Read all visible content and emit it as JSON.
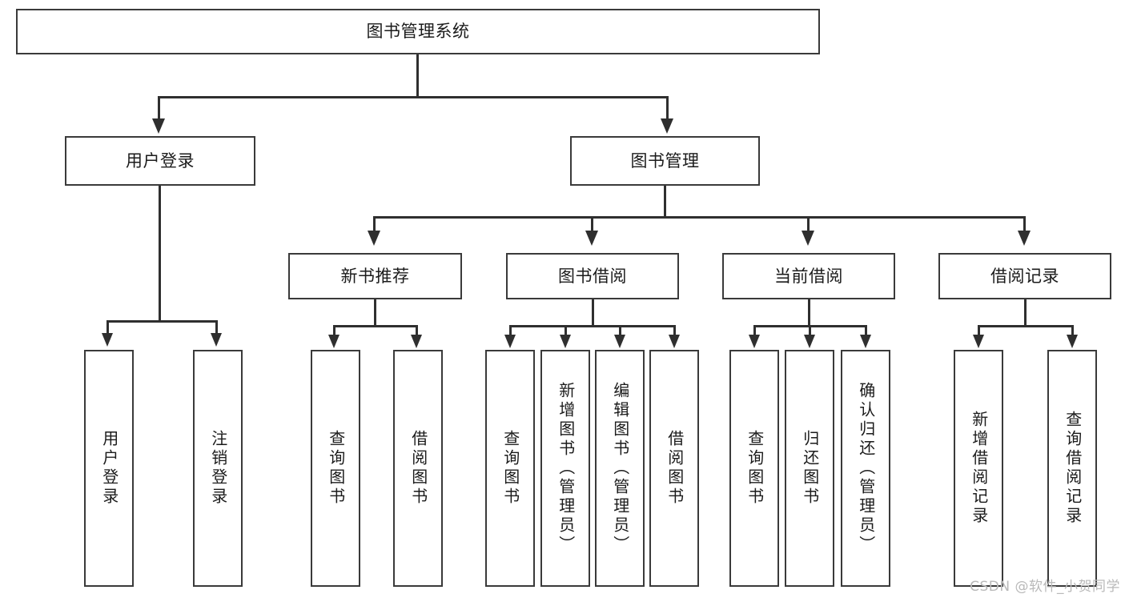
{
  "diagram": {
    "title": "图书管理系统",
    "watermark": "CSDN @软件_小贺同学",
    "root": {
      "label": "图书管理系统"
    },
    "level2": [
      {
        "label": "用户登录"
      },
      {
        "label": "图书管理"
      }
    ],
    "level3": [
      {
        "label": "新书推荐"
      },
      {
        "label": "图书借阅"
      },
      {
        "label": "当前借阅"
      },
      {
        "label": "借阅记录"
      }
    ],
    "leaves": {
      "user_login": [
        {
          "label": "用户登录"
        },
        {
          "label": "注销登录"
        }
      ],
      "new_book_recommend": [
        {
          "label": "查询图书"
        },
        {
          "label": "借阅图书"
        }
      ],
      "book_borrow": [
        {
          "label": "查询图书"
        },
        {
          "label": "新增图书（管理员）"
        },
        {
          "label": "编辑图书（管理员）"
        },
        {
          "label": "借阅图书"
        }
      ],
      "current_borrow": [
        {
          "label": "查询图书"
        },
        {
          "label": "归还图书"
        },
        {
          "label": "确认归还（管理员）"
        }
      ],
      "borrow_record": [
        {
          "label": "新增借阅记录"
        },
        {
          "label": "查询借阅记录"
        }
      ]
    },
    "colors": {
      "stroke": "#3a3a3a",
      "connector": "#2f2f2f",
      "background": "#ffffff",
      "text": "#1b1b1b",
      "watermark": "#b9b9b9"
    }
  }
}
